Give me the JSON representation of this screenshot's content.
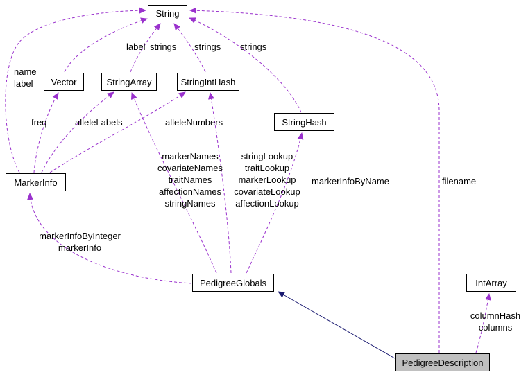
{
  "diagram": {
    "nodes": {
      "string": {
        "label": "String"
      },
      "vector": {
        "label": "Vector"
      },
      "stringarray": {
        "label": "StringArray"
      },
      "stringinthash": {
        "label": "StringIntHash"
      },
      "stringhash": {
        "label": "StringHash"
      },
      "markerinfo": {
        "label": "MarkerInfo"
      },
      "pedigreeglobals": {
        "label": "PedigreeGlobals"
      },
      "intarray": {
        "label": "IntArray"
      },
      "pedigreedescription": {
        "label": "PedigreeDescription"
      }
    },
    "edge_labels": {
      "vector_to_string": "label",
      "stringarray_to_string": "strings",
      "stringinthash_to_string": "strings",
      "stringhash_to_string": "strings",
      "markerinfo_to_string": "name\nlabel",
      "markerinfo_to_vector": "freq",
      "markerinfo_to_stringarray": "alleleLabels",
      "markerinfo_to_stringinthash": "alleleNumbers",
      "globals_to_stringarray": "markerNames\ncovariateNames\ntraitNames\naffectionNames\nstringNames",
      "globals_to_stringinthash": "stringLookup\ntraitLookup\nmarkerLookup\ncovariateLookup\naffectionLookup",
      "globals_to_stringhash": "markerInfoByName",
      "globals_to_markerinfo": "markerInfoByInteger\nmarkerInfo",
      "description_to_string": "filename",
      "description_to_intarray": "columnHash\ncolumns"
    },
    "colors": {
      "dashed_edge": "#9a32cd",
      "solid_edge": "#191970",
      "node_border": "#000000",
      "node_fill": "#ffffff",
      "selected_fill": "#c0c0c0"
    }
  }
}
